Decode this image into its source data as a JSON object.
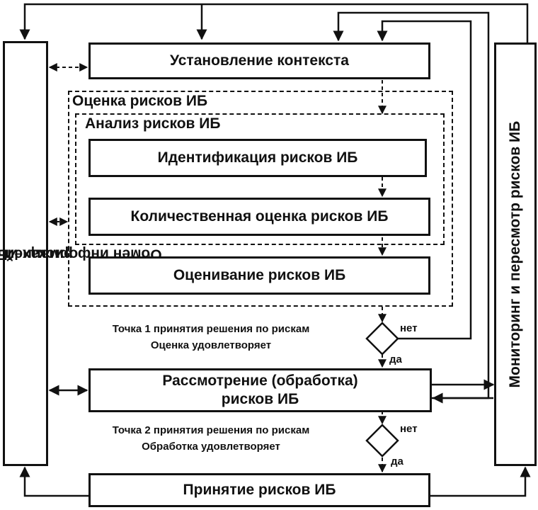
{
  "boxes": {
    "context": "Установление контекста",
    "identification": "Идентификация рисков ИБ",
    "quantitative": "Количественная оценка рисков ИБ",
    "evaluation": "Оценивание рисков ИБ",
    "treatment_line1": "Рассмотрение (обработка)",
    "treatment_line2": "рисков ИБ",
    "acceptance": "Принятие рисков ИБ"
  },
  "groups": {
    "assessment": "Оценка рисков ИБ",
    "analysis": "Анализ рисков ИБ"
  },
  "side_panels": {
    "communication_line1": "Обмен информацией (коммуникация) о",
    "communication_line2": "рисках ИБ",
    "monitoring": "Мониторинг и пересмотр рисков ИБ"
  },
  "decisions": {
    "point1_title": "Точка 1 принятия решения по рискам",
    "point1_condition": "Оценка удовлетворяет",
    "point2_title": "Точка 2 принятия решения по рискам",
    "point2_condition": "Обработка удовлетворяет",
    "no": "нет",
    "yes": "да"
  }
}
